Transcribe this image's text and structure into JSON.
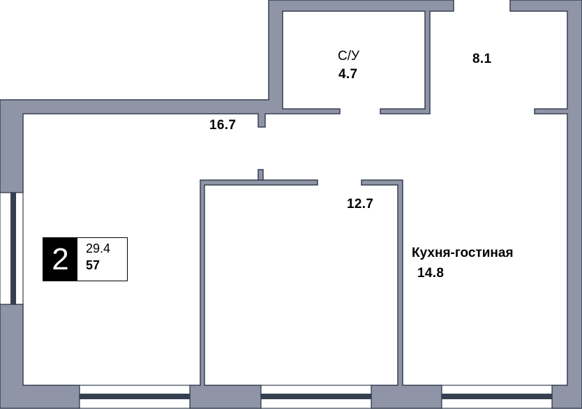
{
  "plan": {
    "colors": {
      "wall": "#8f95a6",
      "outline": "#363f50",
      "background": "#ffffff",
      "badge_bg": "#000000"
    }
  },
  "badge": {
    "rooms": "2",
    "area": "29.4",
    "value": "57"
  },
  "rooms": [
    {
      "id": "bathroom",
      "name": "С/У",
      "area": "4.7"
    },
    {
      "id": "hallway",
      "name": "",
      "area": "8.1"
    },
    {
      "id": "room-main",
      "name": "",
      "area": "16.7"
    },
    {
      "id": "room-bedroom",
      "name": "",
      "area": "12.7"
    },
    {
      "id": "kitchen-living",
      "name": "Кухня-гостиная",
      "area": "14.8"
    }
  ]
}
